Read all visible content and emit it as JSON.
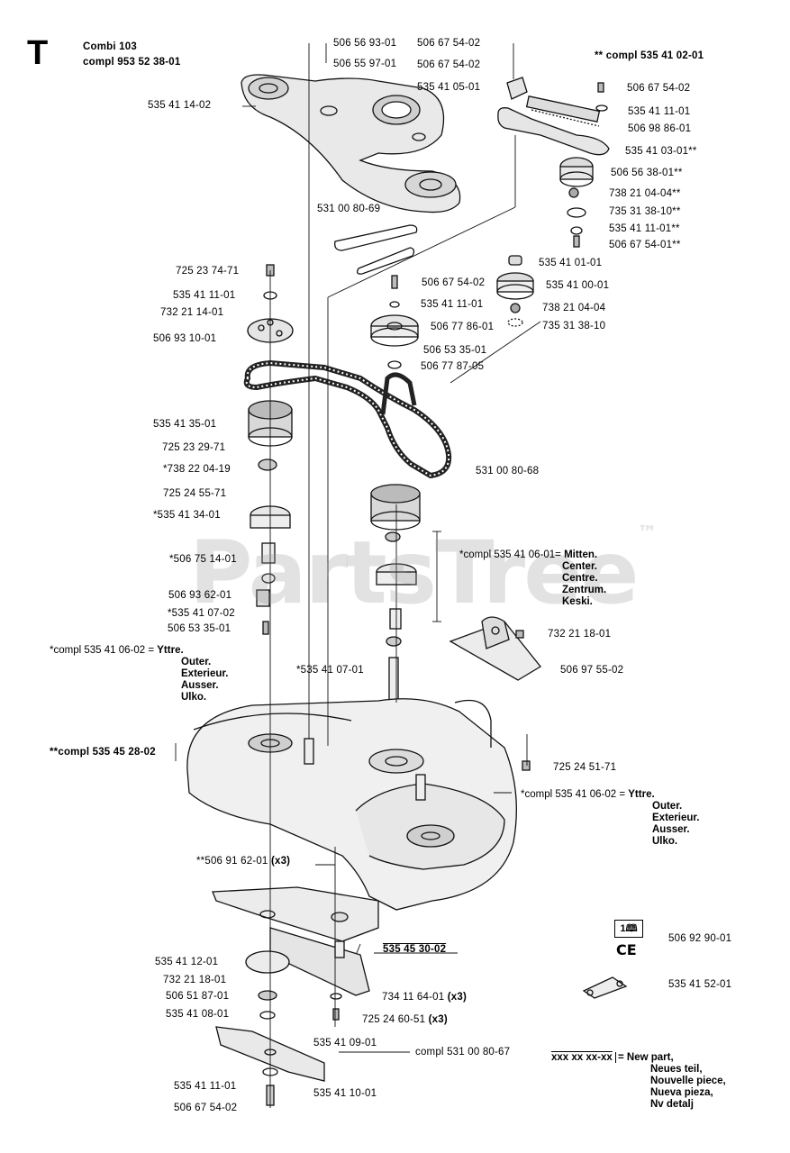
{
  "header": {
    "section_letter": "T",
    "model": "Combi 103",
    "compl_number": "compl 953 52 38-01"
  },
  "top_right_kit": "** compl 535 41 02-01",
  "watermark": {
    "text": "PartsTree",
    "mark": "™"
  },
  "part_labels": {
    "p_506569301": "506 56 93-01",
    "p_506559701": "506 55 97-01",
    "p_506675402_a": "506 67 54-02",
    "p_506675402_b": "506 67 54-02",
    "p_535410501": "535 41 05-01",
    "p_506675402_c": "506 67 54-02",
    "p_535411101_a": "535 41 11-01",
    "p_506988601": "506 98 86-01",
    "p_535410301": "535 41 03-01**",
    "p_506563801": "506 56 38-01**",
    "p_738210404_a": "738 21 04-04**",
    "p_735313810_a": "735 31 38-10**",
    "p_535411101_b": "535 41 11-01**",
    "p_506675401": "506 67 54-01**",
    "p_535411402": "535 41 14-02",
    "p_531008069": "531 00 80-69",
    "p_725237471": "725 23 74-71",
    "p_535411101_c": "535 41 11-01",
    "p_732211401": "732 21 14-01",
    "p_506931001": "506 93 10-01",
    "p_535410101": "535 41 01-01",
    "p_506675402_d": "506 67 54-02",
    "p_535410001": "535 41 00-01",
    "p_535411101_d": "535 41 11-01",
    "p_738210404_b": "738 21 04-04",
    "p_506778601": "506 77 86-01",
    "p_735313810_b": "735 31 38-10",
    "p_506533501_a": "506 53 35-01",
    "p_506778705": "506 77 87-05",
    "p_535413501": "535 41 35-01",
    "p_725232971": "725 23 29-71",
    "p_738220419": "*738 22 04-19",
    "p_531008068": "531 00 80-68",
    "p_725245571": "725 24 55-71",
    "p_535413401": "*535 41 34-01",
    "p_506751401": "*506 75 14-01",
    "p_506936201": "506 93 62-01",
    "p_535410702": "*535 41 07-02",
    "p_506533501_b": "506 53 35-01",
    "p_732211801_a": "732 21 18-01",
    "p_506975502": "506 97 55-02",
    "p_535410701": "*535 41 07-01",
    "p_725245171": "725 24 51-71",
    "p_506916201": "**506 91 62-01",
    "p_506916201_qty": "(x3)",
    "p_535453002": "535 45 30-02",
    "p_535411201": "535 41 12-01",
    "p_732211801_b": "732 21 18-01",
    "p_506518701": "506 51 87-01",
    "p_535410801": "535 41 08-01",
    "p_734116401": "734 11 64-01",
    "p_734116401_qty": "(x3)",
    "p_725246051": "725 24 60-51",
    "p_725246051_qty": "(x3)",
    "p_535410901": "535 41 09-01",
    "p_compl531008067": "compl 531 00 80-67",
    "p_535411101_e": "535 41 11-01",
    "p_535411001": "535 41 10-01",
    "p_506675402_e": "506 67 54-02",
    "p_506929001": "506 92 90-01",
    "p_535415201": "535 41 52-01",
    "p_ce": "CE",
    "p_manual_icon": "1"
  },
  "groups": {
    "center": {
      "head": "*compl 535 41 06-01",
      "eq": "=",
      "lines": [
        "Mitten.",
        "Center.",
        "Centre.",
        "Zentrum.",
        "Keski."
      ]
    },
    "outer_left": {
      "head": "*compl 535 41 06-02",
      "eq": "=",
      "lines": [
        "Yttre.",
        "Outer.",
        "Exterieur.",
        "Ausser.",
        "Ulko."
      ]
    },
    "outer_right": {
      "head": "*compl 535 41 06-02",
      "eq": "=",
      "lines": [
        "Yttre.",
        "Outer.",
        "Exterieur.",
        "Ausser.",
        "Ulko."
      ]
    },
    "deck": {
      "head": "**compl 535 45 28-02"
    }
  },
  "legend": {
    "placeholder": "xxx xx xx-xx",
    "eq": "=",
    "lines": [
      "New part,",
      "Neues teil,",
      "Nouvelle piece,",
      "Nueva pieza,",
      "Nv detalj"
    ]
  }
}
